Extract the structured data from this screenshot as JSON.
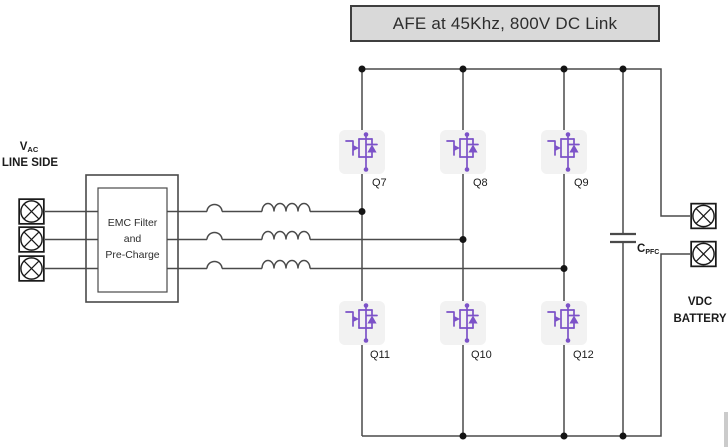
{
  "title": {
    "text": "AFE at 45Khz, 800V DC Link"
  },
  "left_labels": {
    "vac_main": "V",
    "vac_sub": "AC",
    "line_side": "LINE SIDE"
  },
  "emc_filter": {
    "line1": "EMC Filter",
    "line2": "and",
    "line3": "Pre-Charge"
  },
  "transistors": {
    "top": [
      "Q7",
      "Q8",
      "Q9"
    ],
    "bottom": [
      "Q11",
      "Q10",
      "Q12"
    ]
  },
  "capacitor": {
    "main": "C",
    "sub": "PFC"
  },
  "right_labels": {
    "line1": "VDC",
    "line2": "BATTERY"
  },
  "colors": {
    "mosfet_purple": "#7c52c8",
    "wire": "#4a4a4a",
    "junction_dot": "#141414",
    "title_box_bg": "#d9d9d9",
    "mosfet_tile_bg": "#f2f2f2"
  },
  "icons": {
    "terminal": "circled-x-terminal-icon",
    "transistor": "mosfet-with-body-diode-icon",
    "inductor": "inductor-coil",
    "capacitor": "capacitor-plates"
  }
}
